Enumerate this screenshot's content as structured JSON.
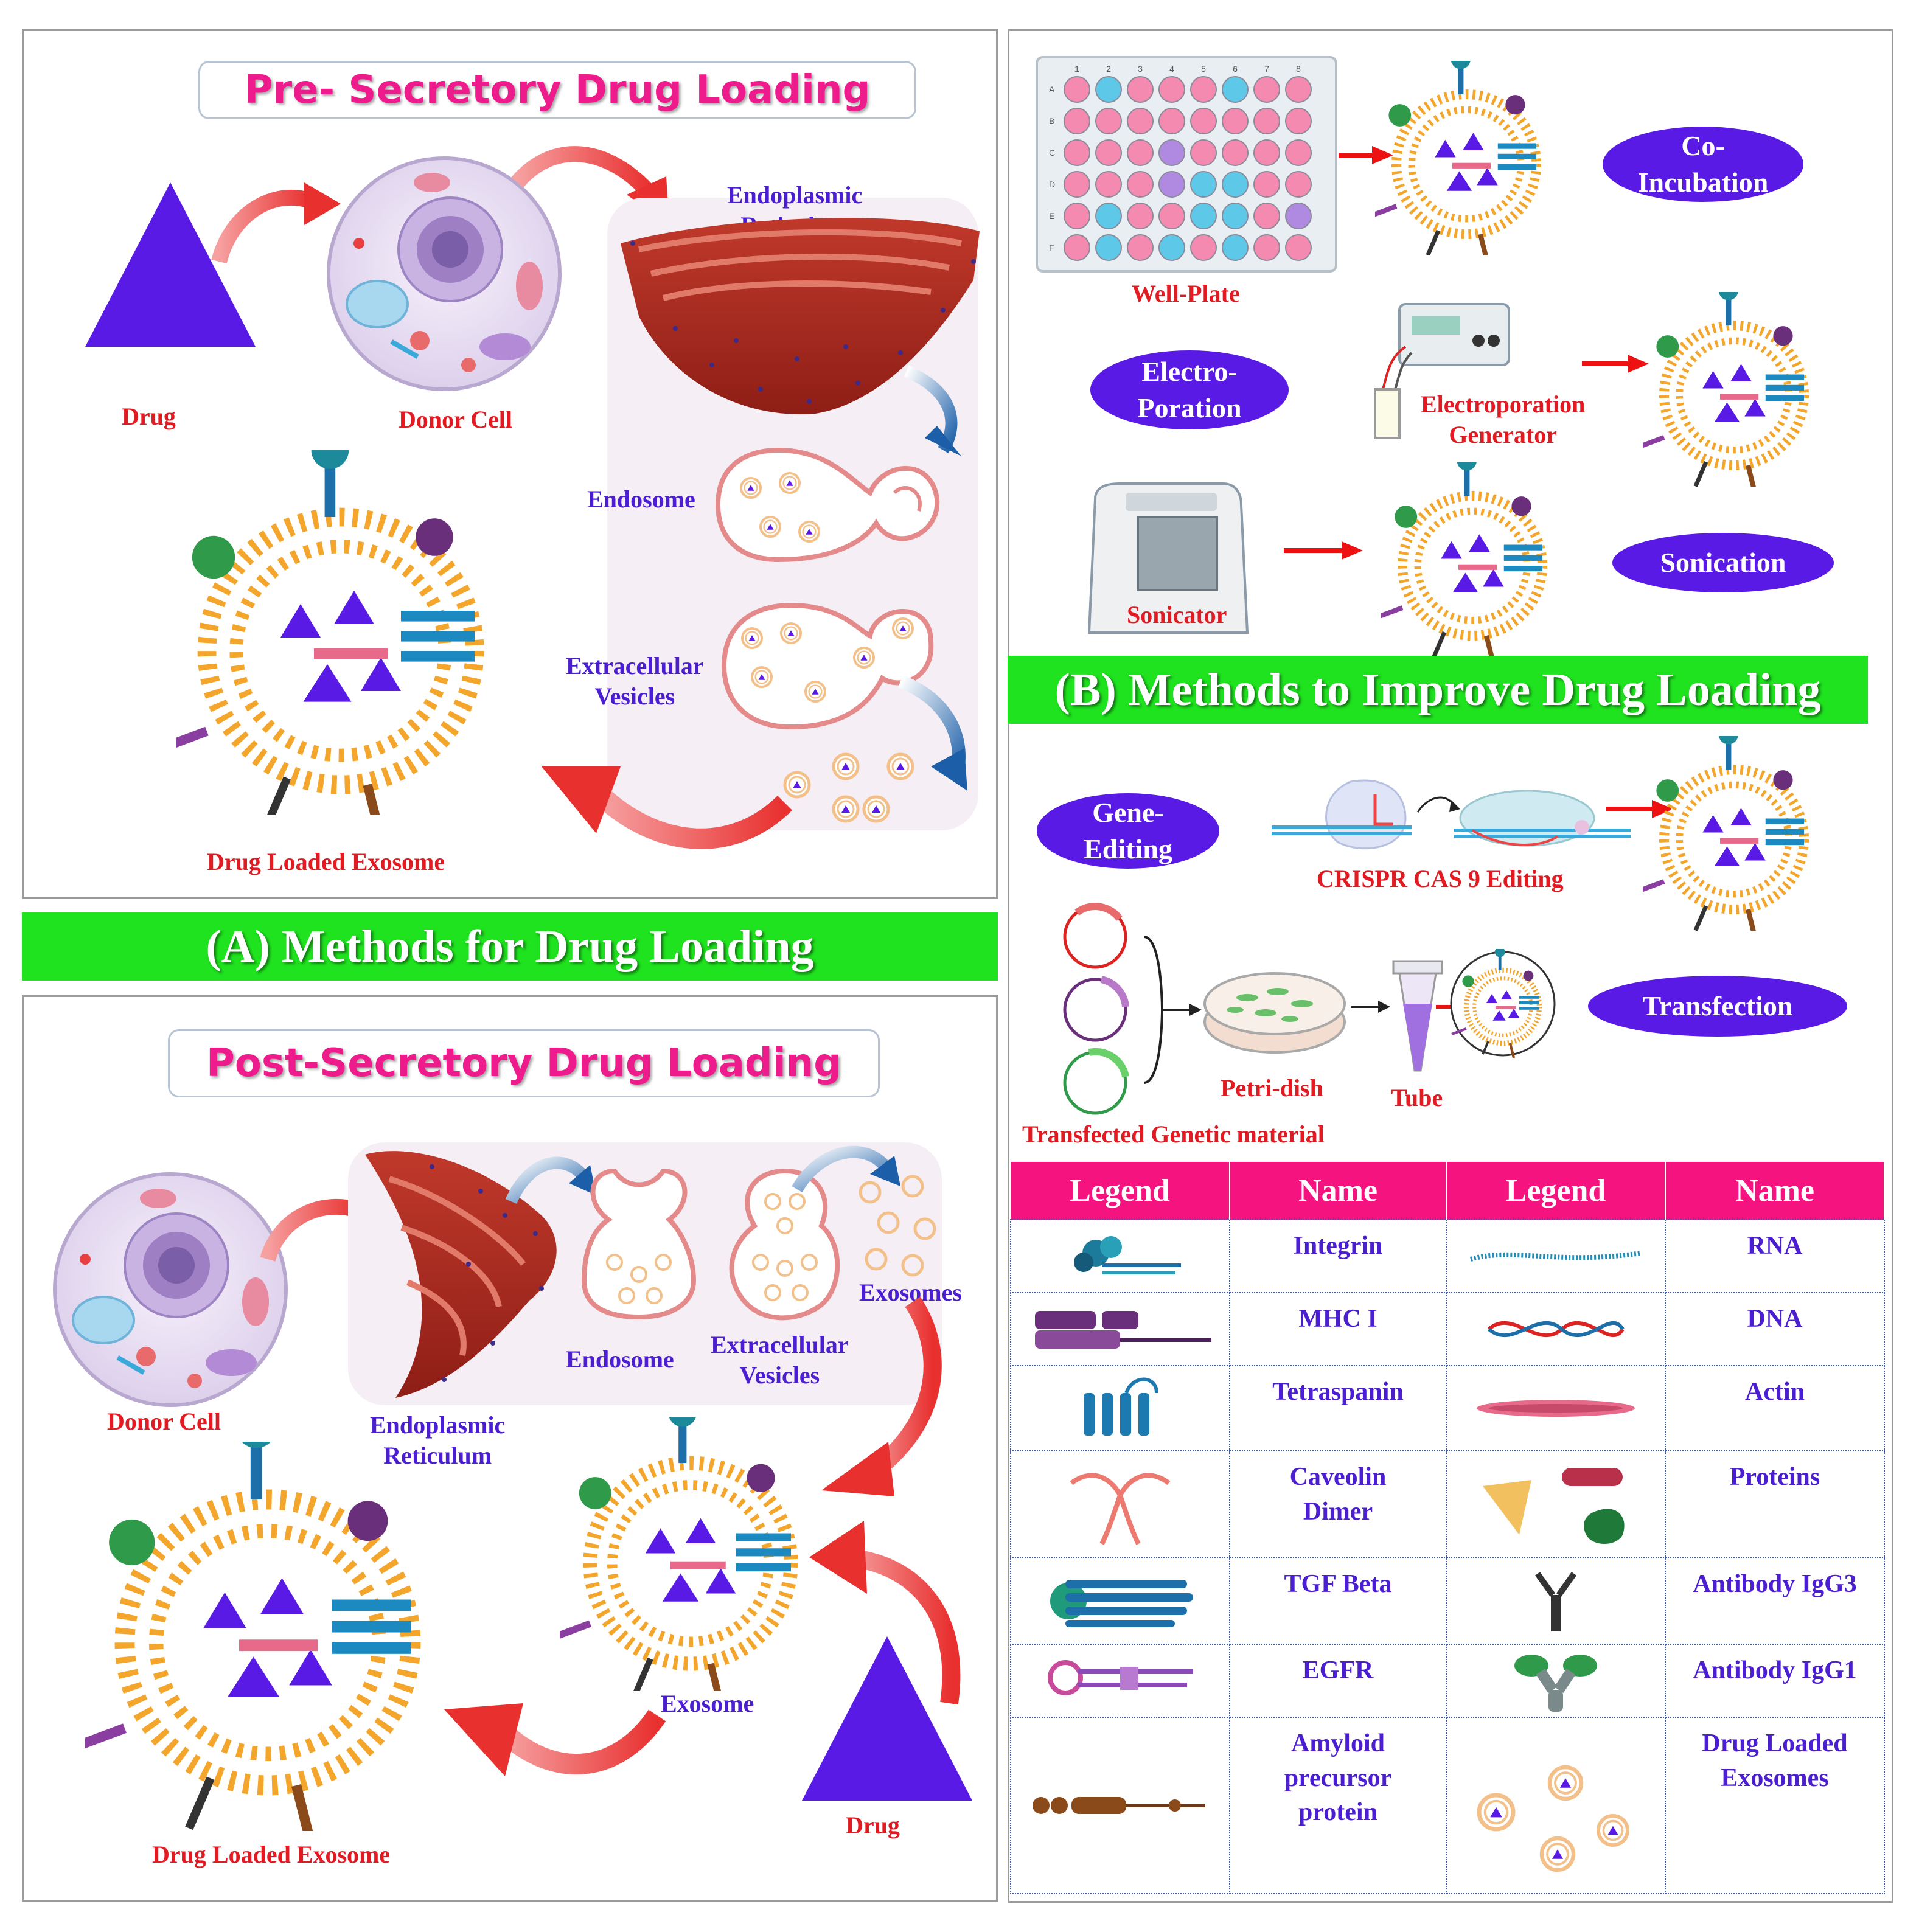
{
  "panel_a": {
    "pre_title": "Pre- Secretory Drug Loading",
    "post_title": "Post-Secretory Drug Loading",
    "banner": "(A) Methods for Drug Loading",
    "pre_labels": {
      "drug": "Drug",
      "donor_cell": "Donor  Cell",
      "er_line1": "Endoplasmic",
      "er_line2": "Reticulum",
      "endosome": "Endosome",
      "ev_line1": "Extracellular",
      "ev_line2": "Vesicles",
      "loaded_exosome": "Drug Loaded Exosome"
    },
    "post_labels": {
      "donor_cell": "Donor  Cell",
      "er_line1": "Endoplasmic",
      "er_line2": "Reticulum",
      "endosome": "Endosome",
      "ev_line1": "Extracellular",
      "ev_line2": "Vesicles",
      "exosomes": "Exosomes",
      "exosome": "Exosome",
      "drug": "Drug",
      "loaded_exosome": "Drug Loaded Exosome"
    }
  },
  "panel_b": {
    "banner": "(B) Methods to Improve Drug Loading",
    "well_plate": "Well-Plate",
    "co_incubation_1": "Co-",
    "co_incubation_2": "Incubation",
    "electro_1": "Electro-",
    "electro_2": "Poration",
    "ep_gen_1": "Electroporation",
    "ep_gen_2": "Generator",
    "sonicator": "Sonicator",
    "sonication": "Sonication",
    "gene_1": "Gene-",
    "gene_2": "Editing",
    "crispr": "CRISPR CAS 9 Editing",
    "petri": "Petri-dish",
    "tube": "Tube",
    "transfected": "Transfected Genetic material",
    "transfection": "Transfection",
    "plate_cols": [
      "1",
      "2",
      "3",
      "4",
      "5",
      "6",
      "7",
      "8"
    ],
    "plate_rows": [
      "A",
      "B",
      "C",
      "D",
      "E",
      "F"
    ]
  },
  "legend": {
    "headers": [
      "Legend",
      "Name",
      "Legend",
      "Name"
    ],
    "rows": [
      {
        "left": "Integrin",
        "right": "RNA"
      },
      {
        "left": "MHC I",
        "right": "DNA"
      },
      {
        "left": "Tetraspanin",
        "right": "Actin"
      },
      {
        "left_1": "Caveolin",
        "left_2": "Dimer",
        "right": "Proteins"
      },
      {
        "left": "TGF Beta",
        "right": "Antibody IgG3"
      },
      {
        "left": "EGFR",
        "right": "Antibody IgG1"
      },
      {
        "left_1": "Amyloid",
        "left_2": "precursor",
        "left_3": "protein",
        "right_1": "Drug Loaded",
        "right_2": "Exosomes"
      }
    ]
  },
  "colors": {
    "title_pink": "#ee1b8c",
    "banner_green": "#1fe31f",
    "label_red": "#e21b22",
    "label_blue": "#4b1fd1",
    "pill_purple": "#5a1ae6",
    "table_header": "#f5137f",
    "drug_triangle": "#5a1ae6"
  }
}
